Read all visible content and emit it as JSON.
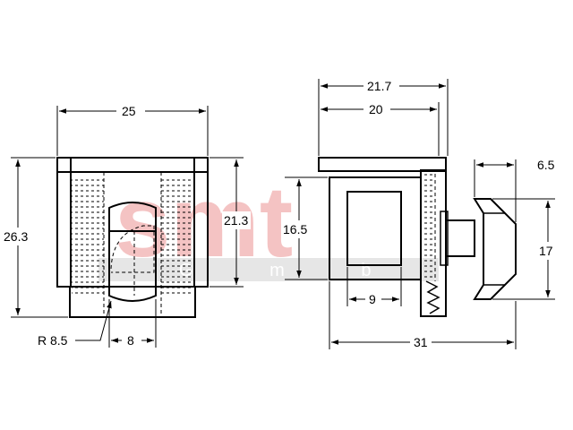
{
  "watermark": {
    "brand": "smt",
    "suffix": "G m b H",
    "brand_color": "#f3b9b9",
    "band_color": "#e6e6e6"
  },
  "dimensions": {
    "front_width": "25",
    "front_height": "26.3",
    "front_inner_height": "21.3",
    "radius": "R 8.5",
    "slot_width": "8",
    "side_width_top": "21.7",
    "side_width": "20",
    "side_height": "16.5",
    "window_width": "9",
    "overall_length": "31",
    "knob_depth": "6.5",
    "knob_height": "17"
  }
}
